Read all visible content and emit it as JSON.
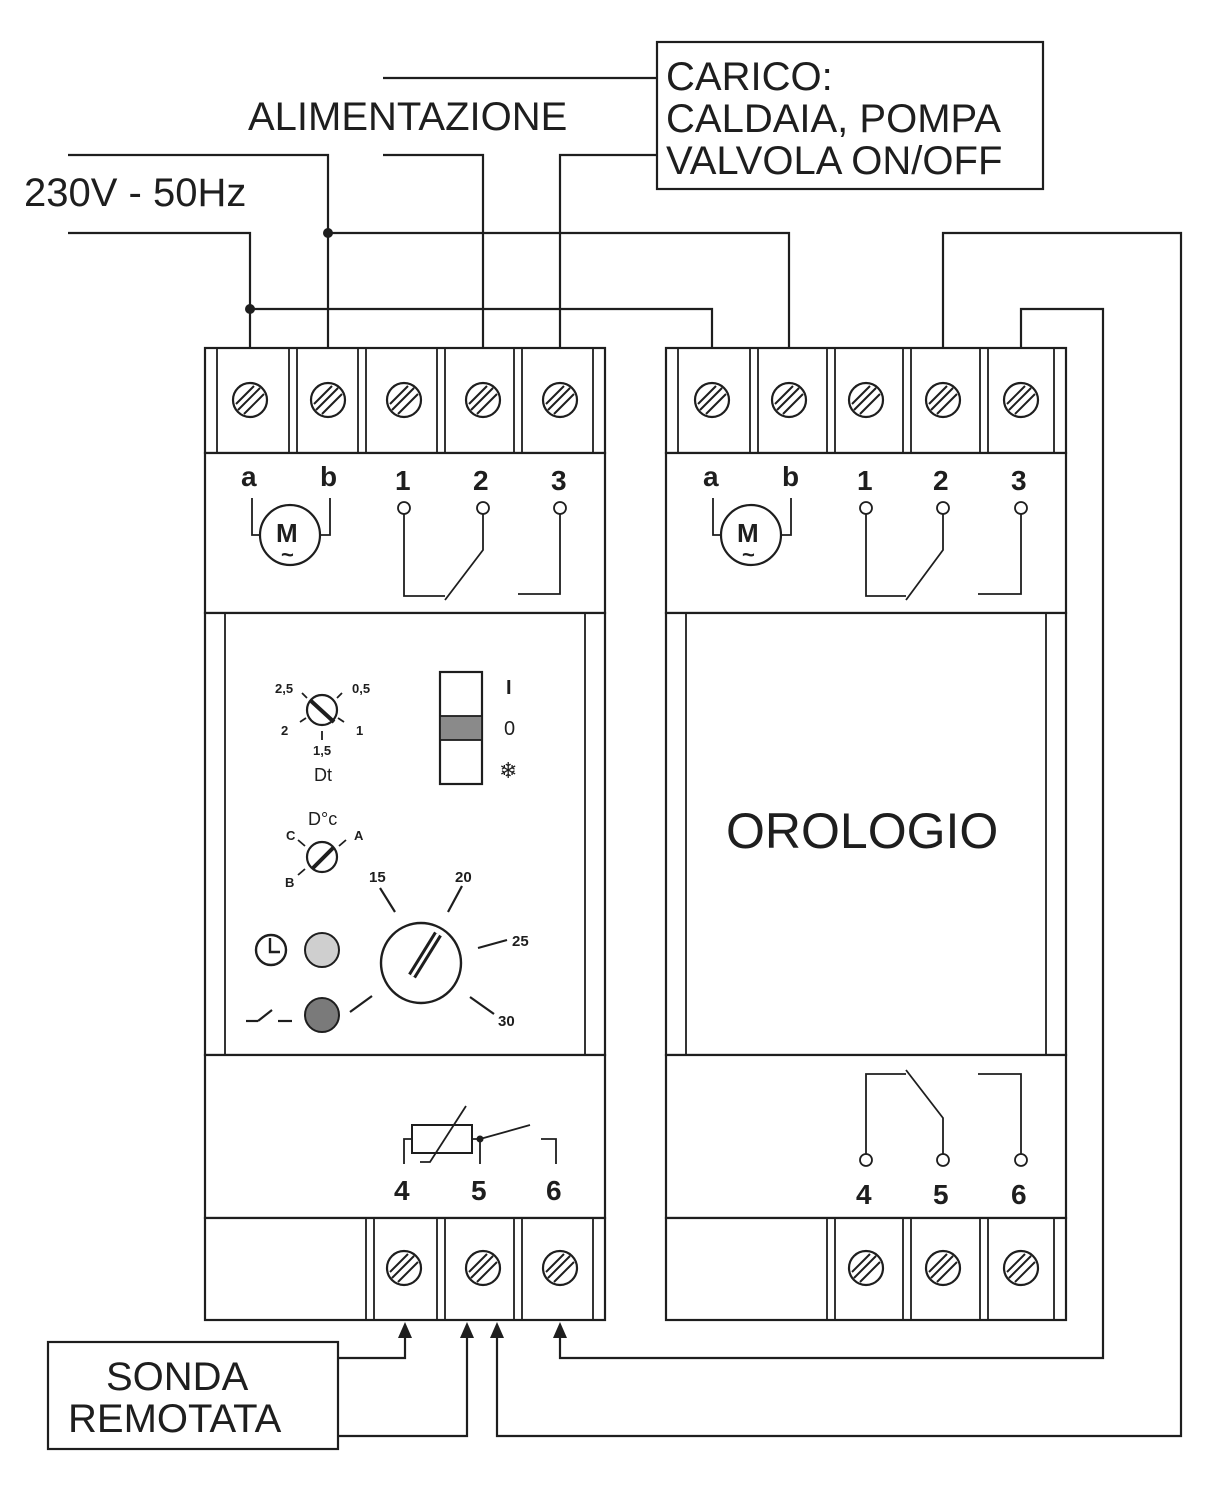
{
  "labels": {
    "supply": "230V - 50Hz",
    "power": "ALIMENTAZIONE",
    "load_line1": "CARICO:",
    "load_line2": "CALDAIA, POMPA",
    "load_line3": "VALVOLA ON/OFF",
    "probe_line1": "SONDA",
    "probe_line2": "REMOTATA",
    "clock_module": "OROLOGIO"
  },
  "terminals_top": [
    "a",
    "b",
    "1",
    "2",
    "3"
  ],
  "terminals_bottom": [
    "4",
    "5",
    "6"
  ],
  "motor_symbol": "M",
  "motor_tilde": "~",
  "dt_dial": {
    "label": "Dt",
    "ticks": [
      "2,5",
      "0,5",
      "2",
      "1",
      "1,5"
    ]
  },
  "switch": {
    "top": "I",
    "middle": "0",
    "bottom": "❄"
  },
  "deg_dial": {
    "label": "D°c",
    "ticks": [
      "C",
      "A",
      "B"
    ]
  },
  "temp_dial": {
    "ticks": [
      "15",
      "20",
      "25",
      "30"
    ]
  },
  "icons": {
    "motor": "motor-icon",
    "clock": "clock-icon",
    "switch": "switch-contact-icon",
    "thermistor": "thermistor-icon",
    "snowflake": "snowflake-icon"
  },
  "colors": {
    "ink": "#1e1e1e",
    "led_light": "#cfcfcf",
    "led_dark": "#7a7a7a",
    "slider": "#8a8a8a"
  }
}
